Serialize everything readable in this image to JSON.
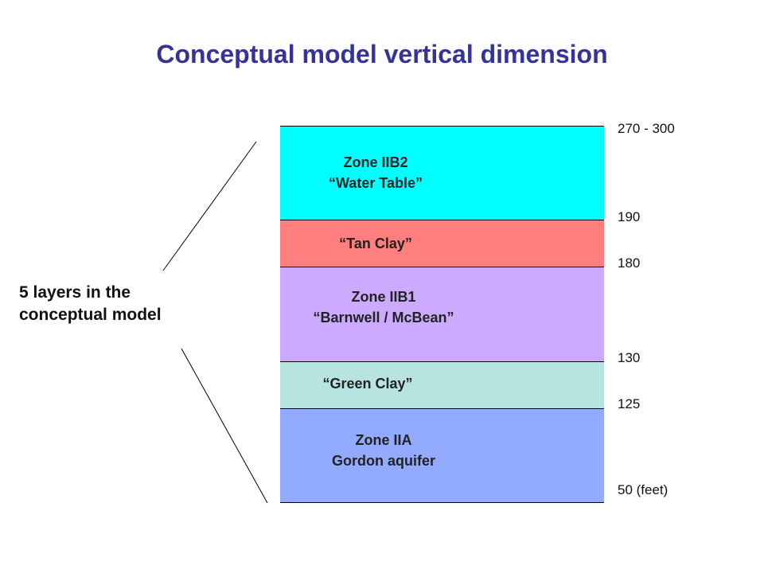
{
  "title": "Conceptual model vertical dimension",
  "side_label": {
    "line1": "5 layers in the",
    "line2": "conceptual model"
  },
  "layers": [
    {
      "line1": "Zone IIB2",
      "line2": "“Water Table”",
      "color": "#00FFFF"
    },
    {
      "line1": "“Tan Clay”",
      "line2": "",
      "color": "#FF7F7F"
    },
    {
      "line1": "Zone IIB1",
      "line2": "“Barnwell / McBean”",
      "color": "#CCAAFF"
    },
    {
      "line1": "“Green Clay”",
      "line2": "",
      "color": "#B7E4E1"
    },
    {
      "line1": "Zone IIA",
      "line2": "Gordon aquifer",
      "color": "#92AAFF"
    }
  ],
  "depths": [
    "270 - 300",
    "190",
    "180",
    "130",
    "125",
    "50 (feet)"
  ]
}
